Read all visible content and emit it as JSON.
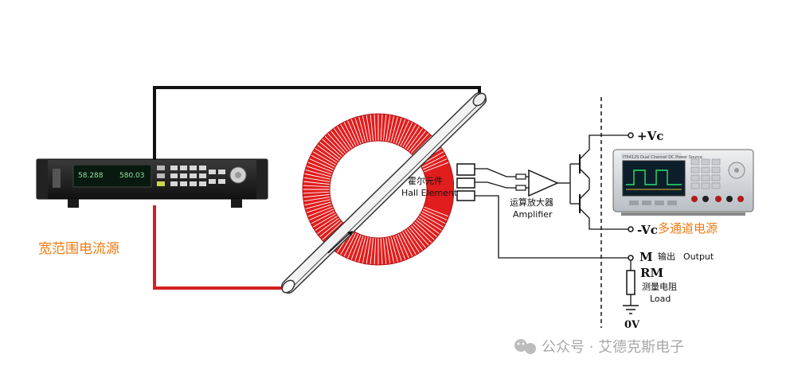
{
  "labels": {
    "wide_range_source": "宽范围电流源",
    "hall_element_cn": "霍尔元件",
    "hall_element_en": "Hall Element",
    "amplifier_cn": "运算放大器",
    "amplifier_en": "Amplifier",
    "pos_supply": "+Vc",
    "neg_supply": "-Vc",
    "multi_channel_source": "多通道电源",
    "m_node": "M",
    "output_cn": "输出",
    "output_en": "Output",
    "rm": "RM",
    "measure_resistor_cn": "测量电阻",
    "load_en": "Load",
    "ground": "0V"
  },
  "source_display": {
    "left": "58.288",
    "right": "580.03"
  },
  "supply_display": {
    "title": "IT6412S Dual Channel DC Power Source"
  },
  "watermark": {
    "text": "公众号 · 艾德克斯电子"
  },
  "colors": {
    "coil": "#e11d1d",
    "positive_wire": "#d42020",
    "negative_wire": "#111111",
    "label_orange": "#f07a10"
  }
}
